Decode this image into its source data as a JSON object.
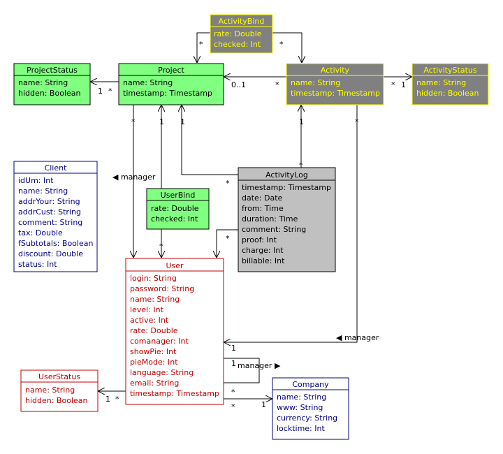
{
  "classes": {
    "activity_bind": {
      "title": "ActivityBind",
      "attributes": [
        "rate: Double",
        "checked: Int"
      ]
    },
    "project_status": {
      "title": "ProjectStatus",
      "attributes": [
        "name: String",
        "hidden: Boolean"
      ]
    },
    "project": {
      "title": "Project",
      "attributes": [
        "name: String",
        "timestamp: Timestamp"
      ]
    },
    "activity": {
      "title": "Activity",
      "attributes": [
        "name: String",
        "timestamp: Timestamp"
      ]
    },
    "activity_status": {
      "title": "ActivityStatus",
      "attributes": [
        "name: String",
        "hidden: Boolean"
      ]
    },
    "client": {
      "title": "Client",
      "attributes": [
        "idUm: Int",
        "name: String",
        "addrYour: String",
        "addrCust: String",
        "comment: String",
        "tax: Double",
        "fSubtotals: Boolean",
        "discount: Double",
        "status: Int"
      ]
    },
    "user_bind": {
      "title": "UserBind",
      "attributes": [
        "rate: Double",
        "checked: Int"
      ]
    },
    "activity_log": {
      "title": "ActivityLog",
      "attributes": [
        "timestamp: Timestamp",
        "date: Date",
        "from: Time",
        "duration: Time",
        "comment: String",
        "proof: Int",
        "charge: Int",
        "billable: Int"
      ]
    },
    "user": {
      "title": "User",
      "attributes": [
        "login: String",
        "password: String",
        "name: String",
        "level: Int",
        "active: Int",
        "rate: Double",
        "comanager: Int",
        "showPie: Int",
        "pieMode: Int",
        "language: String",
        "email: String",
        "timestamp: Timestamp"
      ]
    },
    "user_status": {
      "title": "UserStatus",
      "attributes": [
        "name: String",
        "hidden: Boolean"
      ]
    },
    "company": {
      "title": "Company",
      "attributes": [
        "name: String",
        "www: String",
        "currency: String",
        "locktime: Int"
      ]
    }
  },
  "role_labels": {
    "manager_left": "◀ manager",
    "manager_right": "◀ manager",
    "manager_self": "manager ▶"
  },
  "multiplicities": {
    "ab_project": "*",
    "ab_activity": "*",
    "ps_one": "1",
    "ps_many": "*",
    "act_zero_one": "0..1",
    "act_many": "*",
    "as_many": "*",
    "as_one": "1",
    "proj_user_many": "*",
    "proj_userbind_one": "1",
    "proj_log_one": "1",
    "act_log_one": "1",
    "act_user_many": "*",
    "log_project_many": "*",
    "log_activity_many": "*",
    "log_user_many": "*",
    "userbind_many": "*",
    "user_manager_one": "1",
    "user_self_one": "1",
    "us_one": "1",
    "us_many": "*",
    "user_company_many_a": "*",
    "user_company_many_b": "*",
    "company_one": "1"
  },
  "colors": {
    "green_fill": "#80ff80",
    "gray_fill": "#808080",
    "light_gray_fill": "#c0c0c0",
    "white_fill": "#ffffff",
    "yellow": "#ffff00",
    "red": "#c00000",
    "navy": "#000080",
    "black": "#000000"
  }
}
